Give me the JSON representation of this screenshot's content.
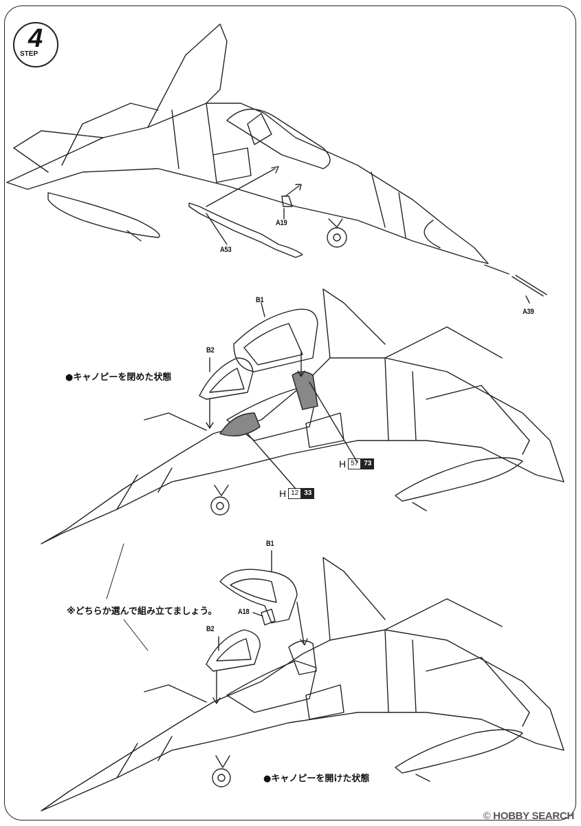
{
  "step": {
    "number": "4",
    "word": "STEP"
  },
  "parts": {
    "a53": "A53",
    "a19": "A19",
    "a39": "A39",
    "b1_top": "B1",
    "b2_top": "B2",
    "b1_bottom": "B1",
    "a18": "A18",
    "b2_bottom": "B2"
  },
  "notes": {
    "closed": "●キャノピーを閉めた状態",
    "choose": "※どちらか選んで組み立てましょう。",
    "open": "●キャノピーを開けた状態"
  },
  "paint_refs": [
    {
      "prefix": "H",
      "code": "57",
      "code2": "73"
    },
    {
      "prefix": "H",
      "code": "12",
      "code2": "33"
    }
  ],
  "watermark": {
    "brand": "HOBBY",
    "suffix": "SEARCH",
    "copyright": "©"
  }
}
